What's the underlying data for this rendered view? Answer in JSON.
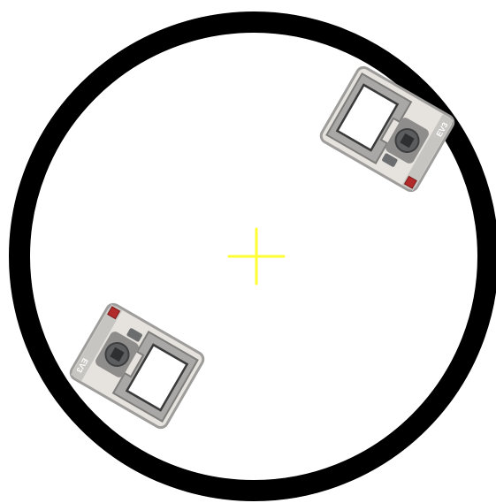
{
  "arena": {
    "ring_color": "#000000",
    "floor_color": "#ffffff"
  },
  "center_marker": {
    "icon": "crosshair-icon",
    "color": "#ffff33"
  },
  "robots": [
    {
      "id": "robot-1",
      "label": "EV3",
      "icon": "ev3-brick-icon",
      "body_color": "#e6e3de",
      "frame_color": "#9e9d9b",
      "screen_color": "#ffffff",
      "button_color": "#5c5d5f",
      "led_color": "#b32a2a"
    },
    {
      "id": "robot-2",
      "label": "EV3",
      "icon": "ev3-brick-icon",
      "body_color": "#e6e3de",
      "frame_color": "#9e9d9b",
      "screen_color": "#ffffff",
      "button_color": "#5c5d5f",
      "led_color": "#b32a2a"
    }
  ]
}
